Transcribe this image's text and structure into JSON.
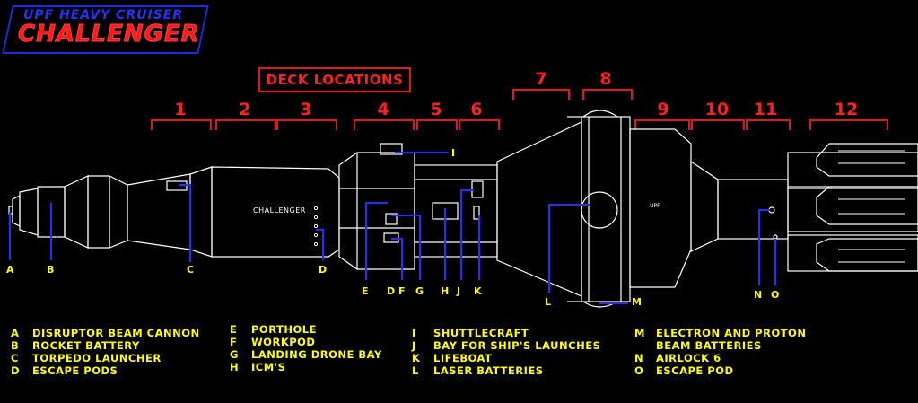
{
  "title": {
    "line1": "UPF HEAVY CRUISER",
    "line2": "CHALLENGER"
  },
  "deck_locations_label": "DECK LOCATIONS",
  "decks": [
    "1",
    "2",
    "3",
    "4",
    "5",
    "6",
    "7",
    "8",
    "9",
    "10",
    "11",
    "12"
  ],
  "ship_hull_name": "CHALLENGER",
  "hull_marking": "-UPF-",
  "callouts": [
    "A",
    "B",
    "C",
    "D",
    "E",
    "D",
    "F",
    "G",
    "H",
    "J",
    "K",
    "I",
    "L",
    "M",
    "N",
    "O"
  ],
  "legend": {
    "col1": [
      {
        "key": "A",
        "text": "DISRUPTOR BEAM CANNON"
      },
      {
        "key": "B",
        "text": "ROCKET BATTERY"
      },
      {
        "key": "C",
        "text": "TORPEDO LAUNCHER"
      },
      {
        "key": "D",
        "text": "ESCAPE PODS"
      }
    ],
    "col2": [
      {
        "key": "E",
        "text": "PORTHOLE"
      },
      {
        "key": "F",
        "text": "WORKPOD"
      },
      {
        "key": "G",
        "text": "LANDING DRONE BAY"
      },
      {
        "key": "H",
        "text": "ICM'S"
      }
    ],
    "col3": [
      {
        "key": "I",
        "text": "SHUTTLECRAFT"
      },
      {
        "key": "J",
        "text": "BAY FOR SHIP'S LAUNCHES"
      },
      {
        "key": "K",
        "text": "LIFEBOAT"
      },
      {
        "key": "L",
        "text": "LASER BATTERIES"
      }
    ],
    "col4": [
      {
        "key": "M",
        "text": "ELECTRON AND PROTON"
      },
      {
        "key": "",
        "text": "BEAM BATTERIES"
      },
      {
        "key": "N",
        "text": "AIRLOCK 6"
      },
      {
        "key": "O",
        "text": "ESCAPE POD"
      }
    ]
  },
  "colors": {
    "background": "#000000",
    "title_blue": "#2233ff",
    "accent_red": "#ff2020",
    "label_yellow": "#ffff00",
    "hull_white": "#ffffff"
  }
}
